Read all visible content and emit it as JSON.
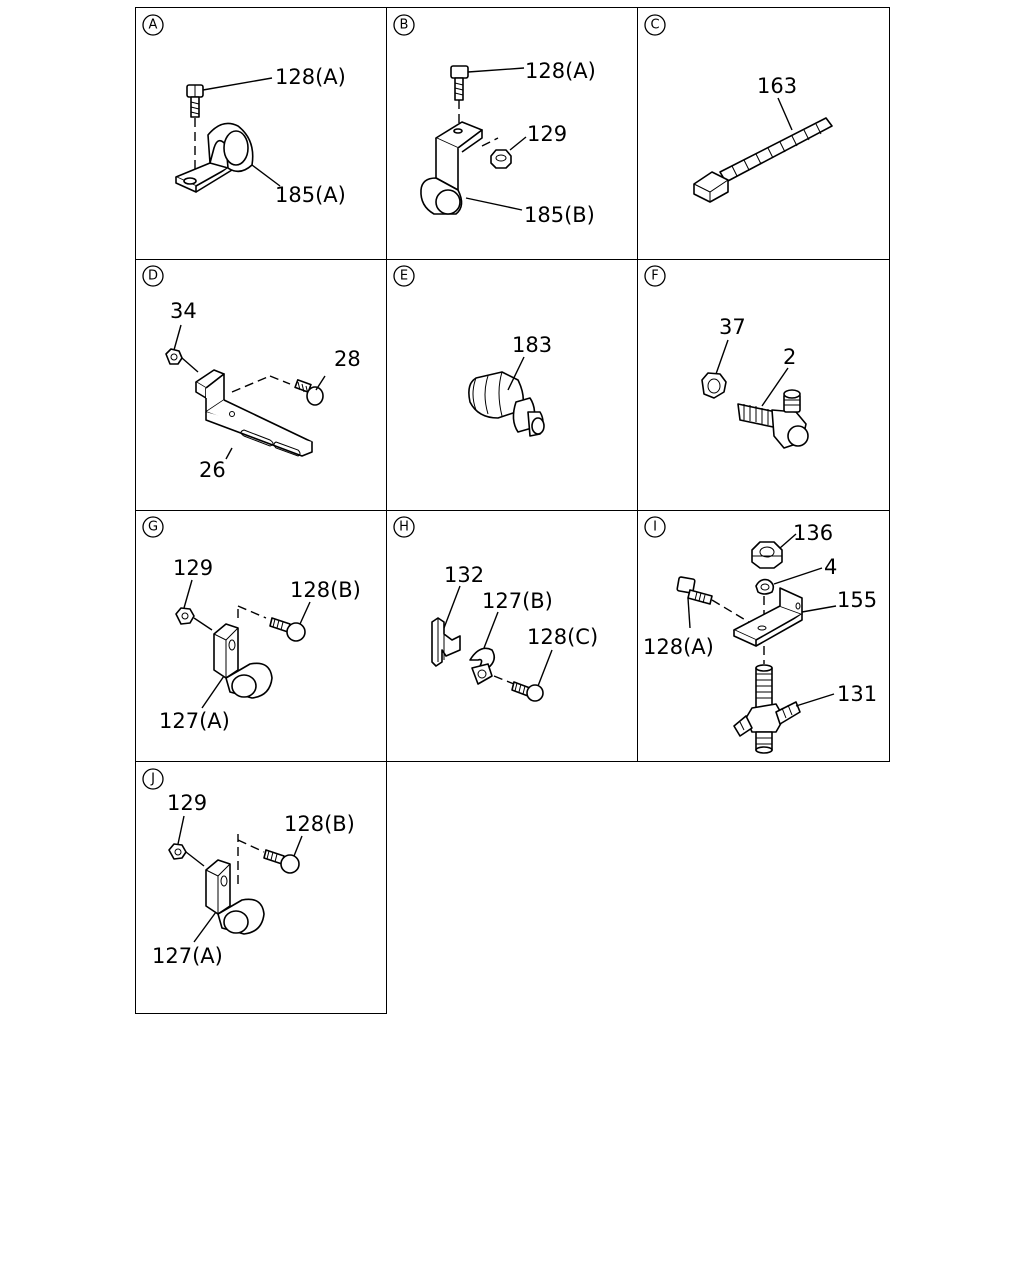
{
  "panels": [
    {
      "letter": "A",
      "labels": [
        "128(A)",
        "185(A)"
      ]
    },
    {
      "letter": "B",
      "labels": [
        "128(A)",
        "129",
        "185(B)"
      ]
    },
    {
      "letter": "C",
      "labels": [
        "163"
      ]
    },
    {
      "letter": "D",
      "labels": [
        "34",
        "28",
        "26"
      ]
    },
    {
      "letter": "E",
      "labels": [
        "183"
      ]
    },
    {
      "letter": "F",
      "labels": [
        "37",
        "2"
      ]
    },
    {
      "letter": "G",
      "labels": [
        "129",
        "128(B)",
        "127(A)"
      ]
    },
    {
      "letter": "H",
      "labels": [
        "132",
        "127(B)",
        "128(C)"
      ]
    },
    {
      "letter": "I",
      "labels": [
        "136",
        "4",
        "155",
        "128(A)",
        "131"
      ]
    },
    {
      "letter": "J",
      "labels": [
        "129",
        "128(B)",
        "127(A)"
      ]
    }
  ]
}
